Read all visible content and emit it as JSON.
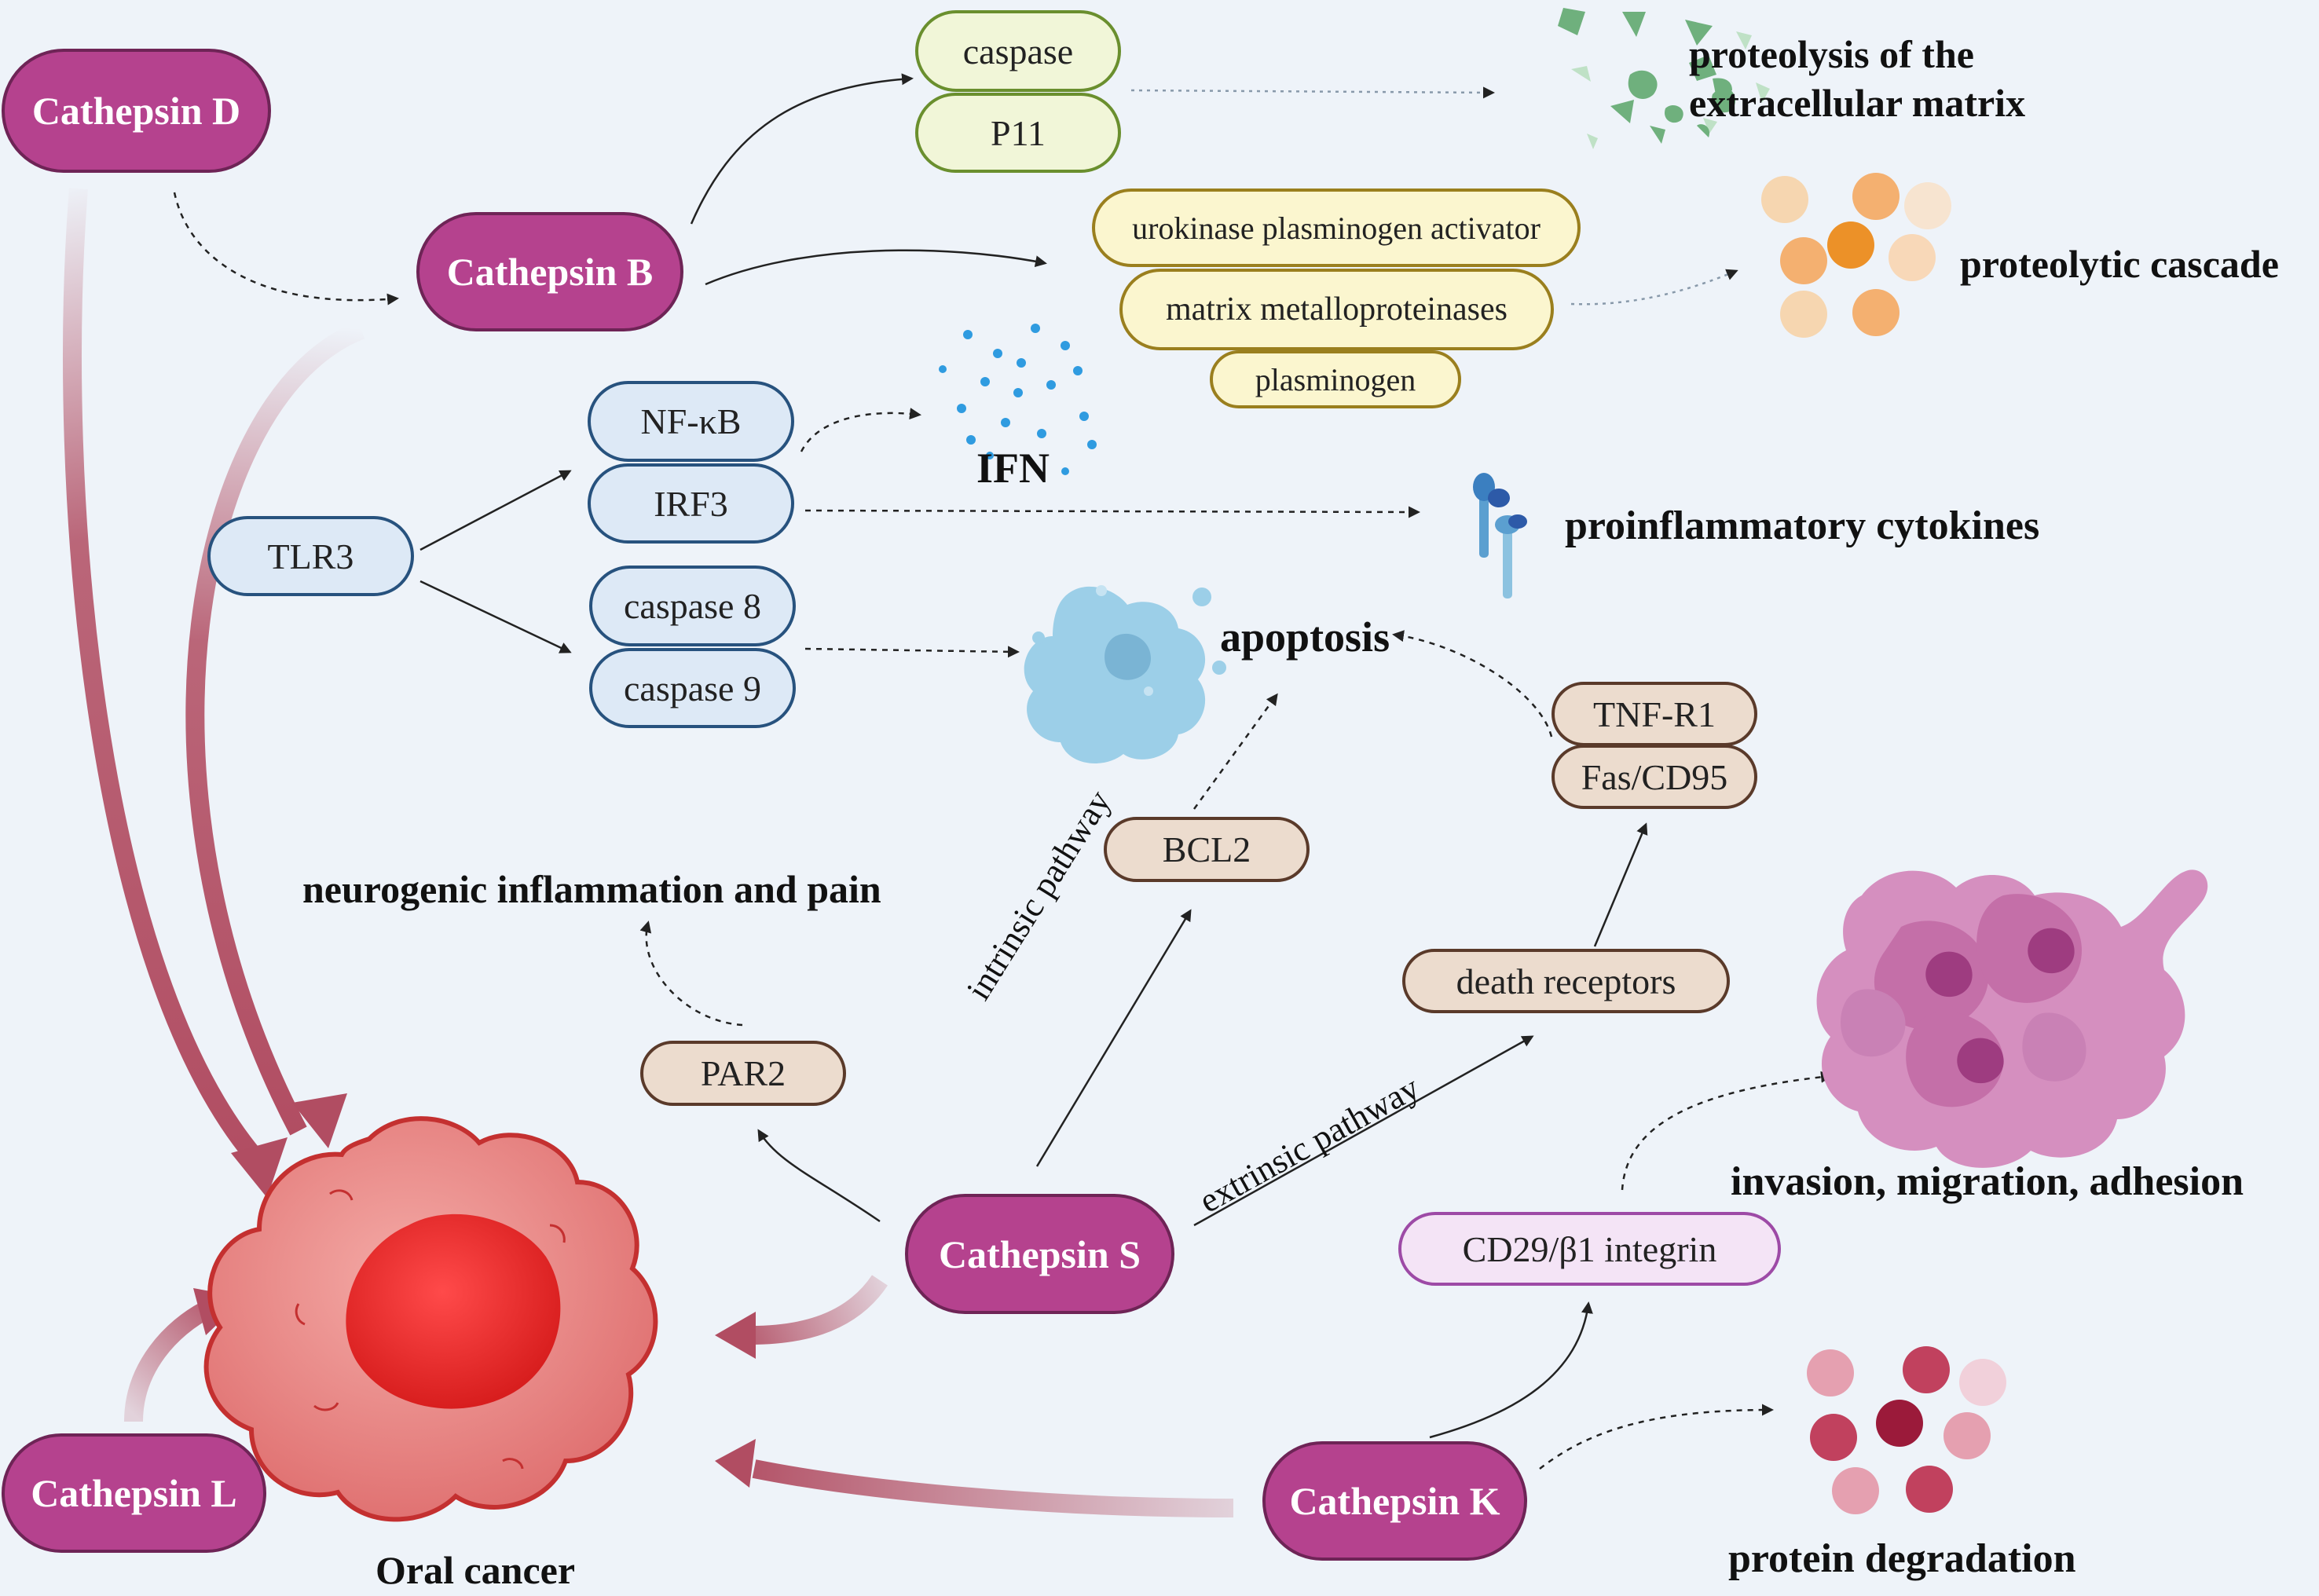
{
  "nodes": {
    "cathepsin_d": "Cathepsin D",
    "cathepsin_b": "Cathepsin B",
    "cathepsin_s": "Cathepsin S",
    "cathepsin_l": "Cathepsin L",
    "cathepsin_k": "Cathepsin K",
    "caspase": "caspase",
    "p11": "P11",
    "upa": "urokinase plasminogen activator",
    "mmp": "matrix metalloproteinases",
    "plasminogen": "plasminogen",
    "nfkb": "NF-κB",
    "irf3": "IRF3",
    "tlr3": "TLR3",
    "caspase8": "caspase 8",
    "caspase9": "caspase 9",
    "bcl2": "BCL2",
    "tnfr1": "TNF-R1",
    "fas": "Fas/CD95",
    "death_receptors": "death receptors",
    "par2": "PAR2",
    "cd29": "CD29/β1 integrin"
  },
  "labels": {
    "ecm": [
      "proteolysis of the",
      "extracellular matrix"
    ],
    "cascade": "proteolytic cascade",
    "ifn": "IFN",
    "cytokines": "proinflammatory cytokines",
    "apoptosis": "apoptosis",
    "neuro": "neurogenic inflammation and pain",
    "invasion": "invasion, migration, adhesion",
    "protein_degradation": "protein degradation",
    "oral_cancer": "Oral cancer",
    "intrinsic": "intrinsic pathway",
    "extrinsic": "extrinsic pathway"
  },
  "colors": {
    "cathepsin_fill": "#b5428e",
    "thick_arrow": "#b14d62",
    "tumor": "#e04848",
    "green_node": "#6a8f2e",
    "yellow_node": "#9a7f1e",
    "blue_node": "#27527e",
    "tan_node": "#5a3a2a",
    "lavender_node": "#9d4aa6"
  }
}
